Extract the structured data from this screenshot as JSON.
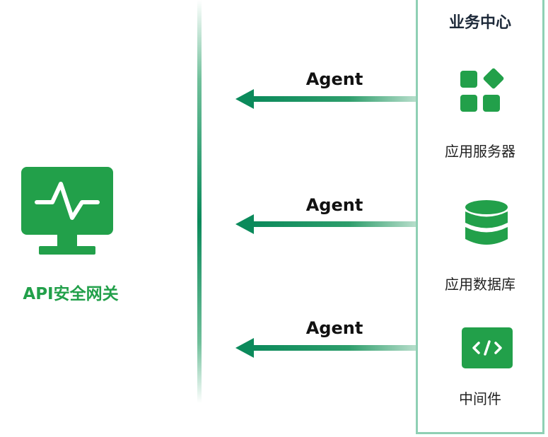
{
  "gateway": {
    "label": "API安全网关",
    "icon": "monitor-pulse-icon",
    "color": "#22a04a"
  },
  "business_center": {
    "title": "业务中心",
    "border_color": "#8fd0b4",
    "items": [
      {
        "label": "应用服务器",
        "icon": "apps-grid-icon"
      },
      {
        "label": "应用数据库",
        "icon": "database-icon"
      },
      {
        "label": "中间件",
        "icon": "code-icon"
      }
    ]
  },
  "connections": [
    {
      "label": "Agent",
      "direction": "to-gateway"
    },
    {
      "label": "Agent",
      "direction": "to-gateway"
    },
    {
      "label": "Agent",
      "direction": "to-gateway"
    }
  ],
  "colors": {
    "icon_green": "#22a04a",
    "arrow_green": "#0b8a5b"
  }
}
